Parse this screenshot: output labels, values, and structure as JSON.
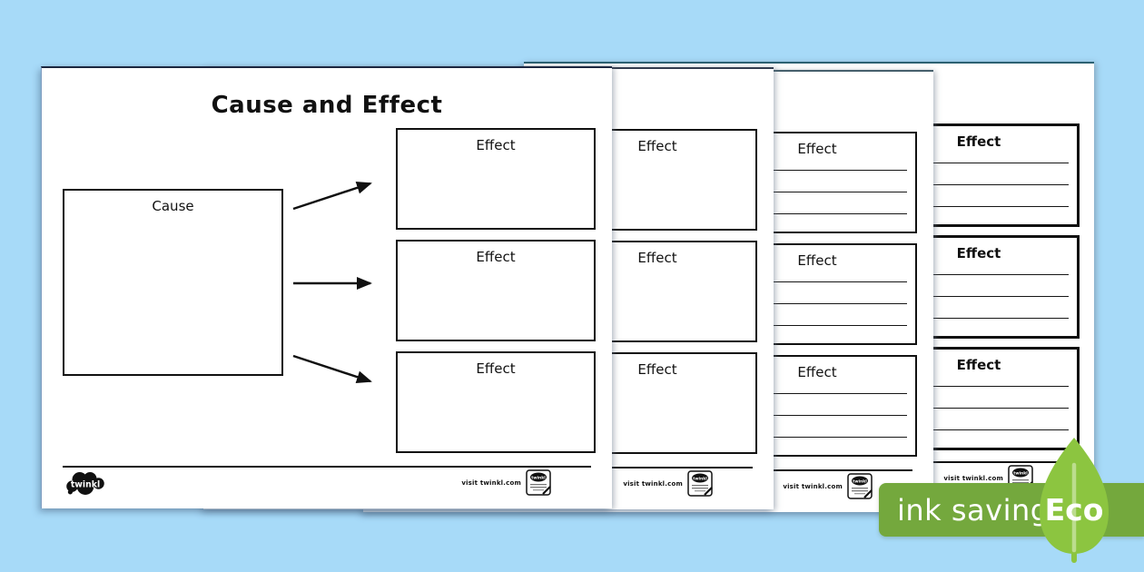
{
  "colors": {
    "background": "#a7daf8",
    "page": "#ffffff",
    "ink": "#111111",
    "banner_green": "#74a83d",
    "leaf_green": "#8cc540",
    "leaf_vein": "#bcdd8e"
  },
  "worksheet": {
    "title": "Cause and Effect",
    "cause_label": "Cause",
    "effect_label": "Effect",
    "page_count": 4,
    "effects_per_page": 3
  },
  "footer": {
    "visit_text": "visit twinkl.com",
    "logo_text": "twinkl",
    "badge_logo_text": "twinkl"
  },
  "eco_badge": {
    "ink_saving_label": "ink saving",
    "eco_label": "Eco"
  }
}
